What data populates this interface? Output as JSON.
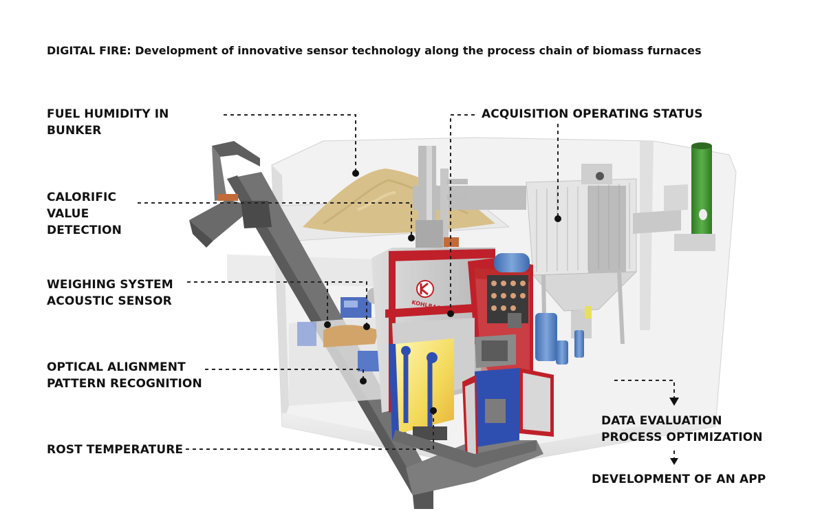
{
  "title": "DIGITAL FIRE: Development of innovative sensor technology along the process chain of biomass furnaces",
  "labels": {
    "fuel_humidity": [
      "FUEL HUMIDITY IN",
      "BUNKER"
    ],
    "calorific": [
      "CALORIFIC",
      "VALUE",
      "DETECTION"
    ],
    "weighing": [
      "WEIGHING SYSTEM",
      "ACOUSTIC SENSOR"
    ],
    "optical": [
      "OPTICAL ALIGNMENT",
      "PATTERN RECOGNITION"
    ],
    "rost": "ROST TEMPERATURE",
    "acquisition": "ACQUISITION OPERATING STATUS",
    "data_eval": [
      "DATA EVALUATION",
      "PROCESS OPTIMIZATION"
    ],
    "app": "DEVELOPMENT OF AN APP"
  },
  "boiler_brand": "KOHLBACH",
  "colors": {
    "boiler_red": "#c0202a",
    "boiler_grey": "#c9c9c9",
    "piping_blue": "#2f4fb0",
    "chimney_green": "#3f8f2f",
    "fuel_sand": "#d8c08a",
    "flame_yellow": "#f5e27a",
    "conveyor_grey": "#6f6f6f",
    "building_grey": "#e6e6e6"
  },
  "icons": [
    "dashed-leader-line",
    "sensor-point-dot",
    "arrow-down-icon"
  ]
}
